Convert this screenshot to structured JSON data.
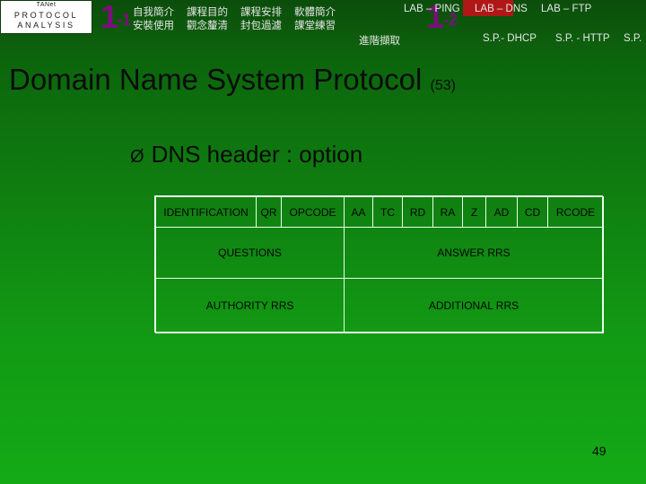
{
  "logo": {
    "small": "TANet",
    "line1": "PROTOCOL",
    "line2": "ANALYSIS"
  },
  "section1": {
    "big": "1",
    "small": "-1"
  },
  "section2": {
    "big": "1",
    "small": "-2"
  },
  "nav": {
    "row1": [
      "自我簡介",
      "課程目的",
      "課程安排",
      "軟體簡介"
    ],
    "row2": [
      "安裝使用",
      "觀念釐清",
      "封包過濾",
      "課堂練習"
    ],
    "lab_row": [
      "LAB – PING",
      "LAB – DNS",
      "LAB – FTP"
    ],
    "sp_row": [
      "進階擷取",
      "S.P.- DHCP",
      "S.P. - HTTP",
      "S.P."
    ]
  },
  "title": {
    "text": "Domain Name System Protocol",
    "num": "(53)"
  },
  "bullet": {
    "arrow": "Ø",
    "text": "DNS header : option"
  },
  "dns_header": {
    "row1": [
      "IDENTIFICATION",
      "QR",
      "OPCODE",
      "AA",
      "TC",
      "RD",
      "RA",
      "Z",
      "AD",
      "CD",
      "RCODE"
    ],
    "row2": [
      "QUESTIONS",
      "ANSWER RRS"
    ],
    "row3": [
      "AUTHORITY RRS",
      "ADDITIONAL RRS"
    ]
  },
  "page_number": "49",
  "colors": {
    "accent": "#7c0f7c",
    "active_tab": "#b01818"
  }
}
